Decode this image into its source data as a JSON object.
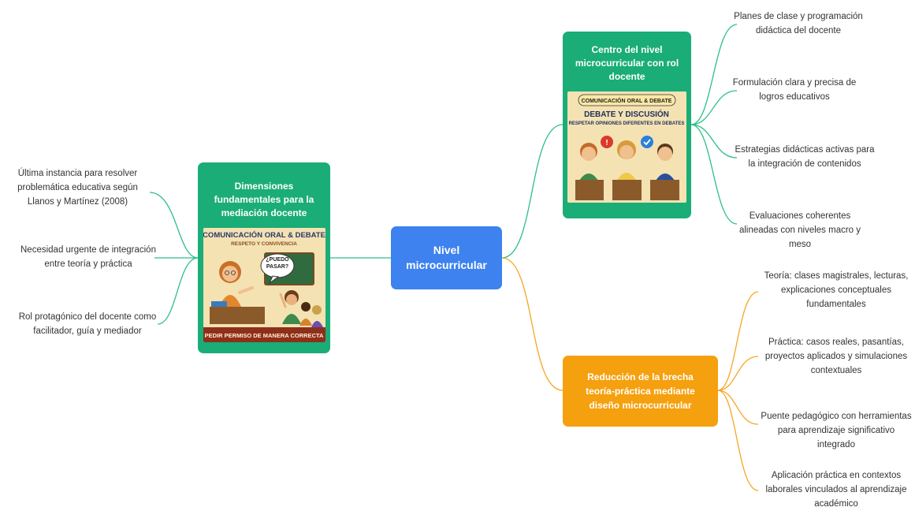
{
  "colors": {
    "green": "#1aad77",
    "blue": "#3d82ee",
    "orange": "#f5a00e",
    "connector_green": "#2bbf8a",
    "connector_orange": "#f5a623"
  },
  "center": {
    "title": "Nivel microcurricular"
  },
  "left_branch": {
    "title": "Dimensiones fundamentales para la mediación docente",
    "poster": {
      "heading": "COMUNICACIÓN ORAL & DEBATE",
      "subheading": "RESPETO Y CONVIVENCIA",
      "speech": "¿PUEDO PASAR?",
      "footer": "PEDIR PERMISO DE MANERA CORRECTA"
    },
    "leaves": [
      "Última instancia para resolver problemática educativa según Llanos y Martínez (2008)",
      "Necesidad urgente de integración entre teoría y práctica",
      "Rol protagónico del docente como facilitador, guía y mediador"
    ]
  },
  "right_top_branch": {
    "title": "Centro del nivel microcurricular con rol docente",
    "poster": {
      "heading": "COMUNICACIÓN ORAL & DEBATE",
      "subheading": "DEBATE Y DISCUSIÓN",
      "caption": "RESPETAR OPINIONES DIFERENTES EN DEBATES"
    },
    "leaves": [
      "Planes de clase y programación didáctica del docente",
      "Formulación clara y precisa de logros educativos",
      "Estrategias didácticas activas para la integración de contenidos",
      "Evaluaciones coherentes alineadas con niveles macro y meso"
    ]
  },
  "right_bottom_branch": {
    "title": "Reducción de la brecha teoría-práctica mediante diseño microcurricular",
    "leaves": [
      "Teoría: clases magistrales, lecturas, explicaciones conceptuales fundamentales",
      "Práctica: casos reales, pasantías, proyectos aplicados y simulaciones contextuales",
      "Puente pedagógico con herramientas para aprendizaje significativo integrado",
      "Aplicación práctica en contextos laborales vinculados al aprendizaje académico"
    ]
  }
}
